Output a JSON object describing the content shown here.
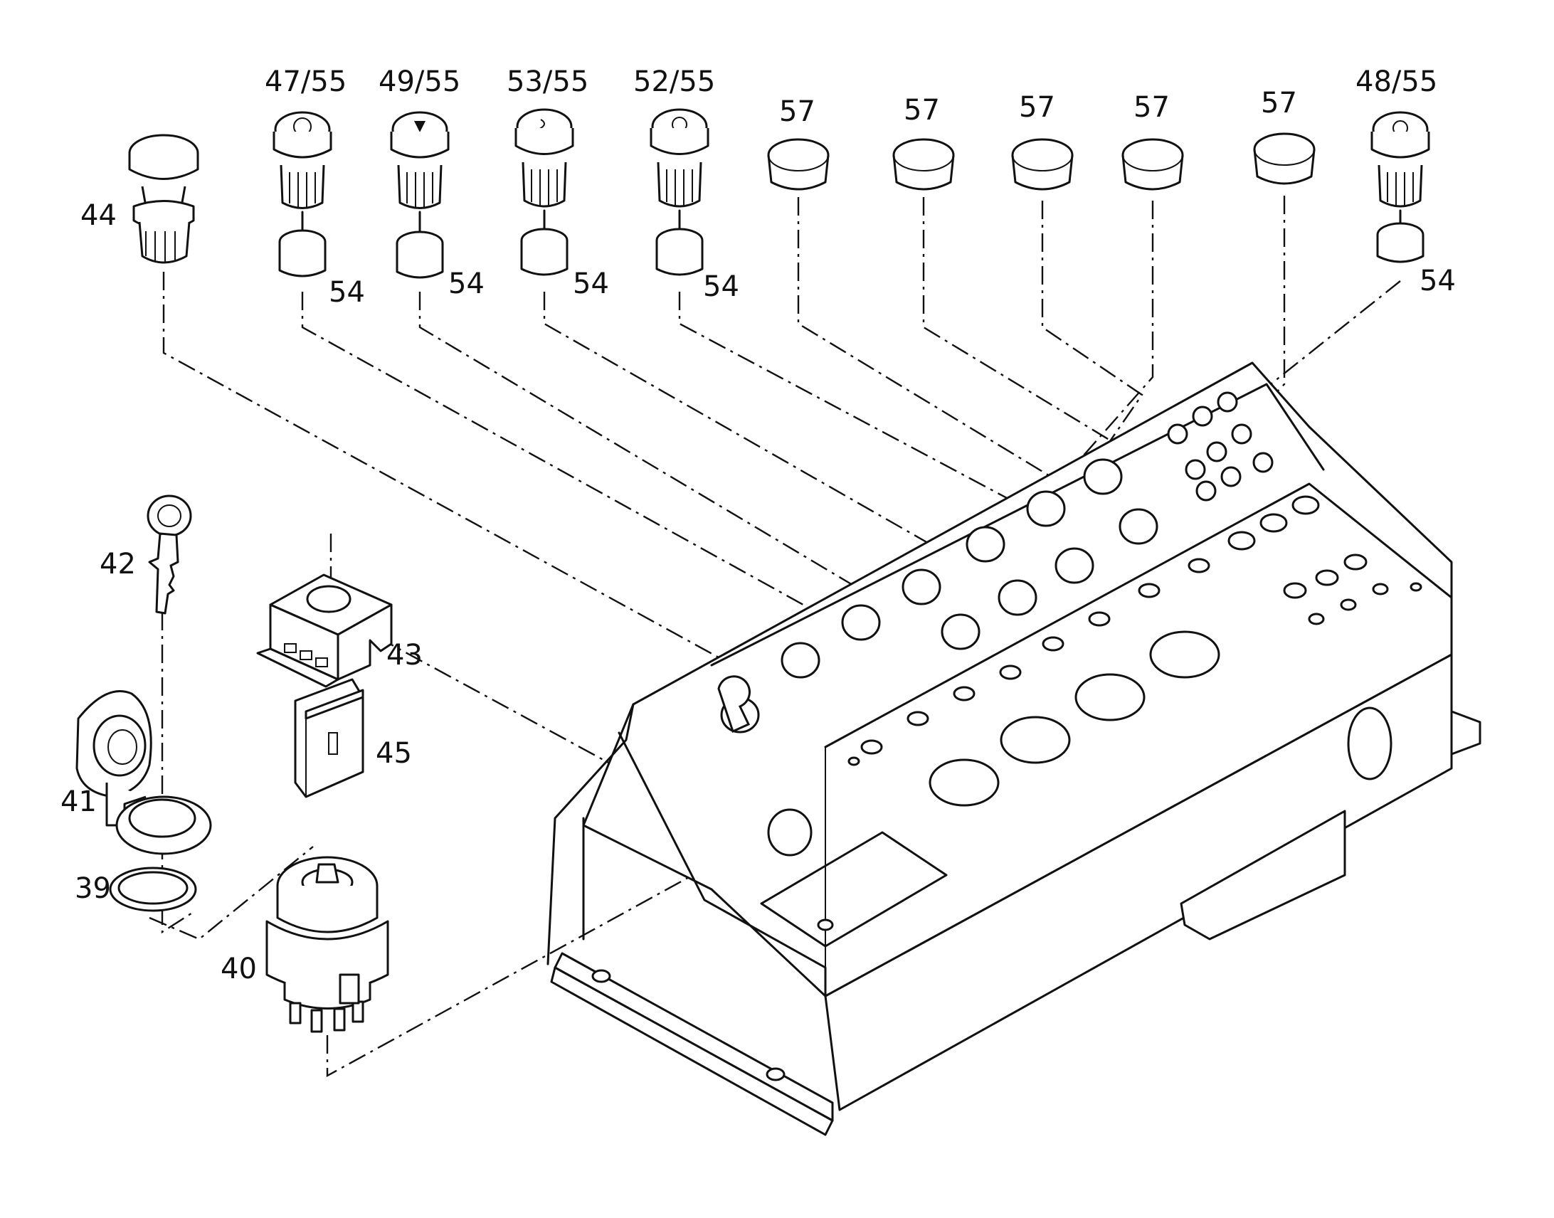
{
  "diagram": {
    "callouts": {
      "c44": "44",
      "c47": "47/55",
      "c49": "49/55",
      "c53": "53/55",
      "c52": "52/55",
      "c57a": "57",
      "c57b": "57",
      "c57c": "57",
      "c57d": "57",
      "c57e": "57",
      "c48": "48/55",
      "c54a": "54",
      "c54b": "54",
      "c54c": "54",
      "c54d": "54",
      "c54e": "54",
      "c42": "42",
      "c43": "43",
      "c45": "45",
      "c41": "41",
      "c39": "39",
      "c40": "40"
    }
  }
}
